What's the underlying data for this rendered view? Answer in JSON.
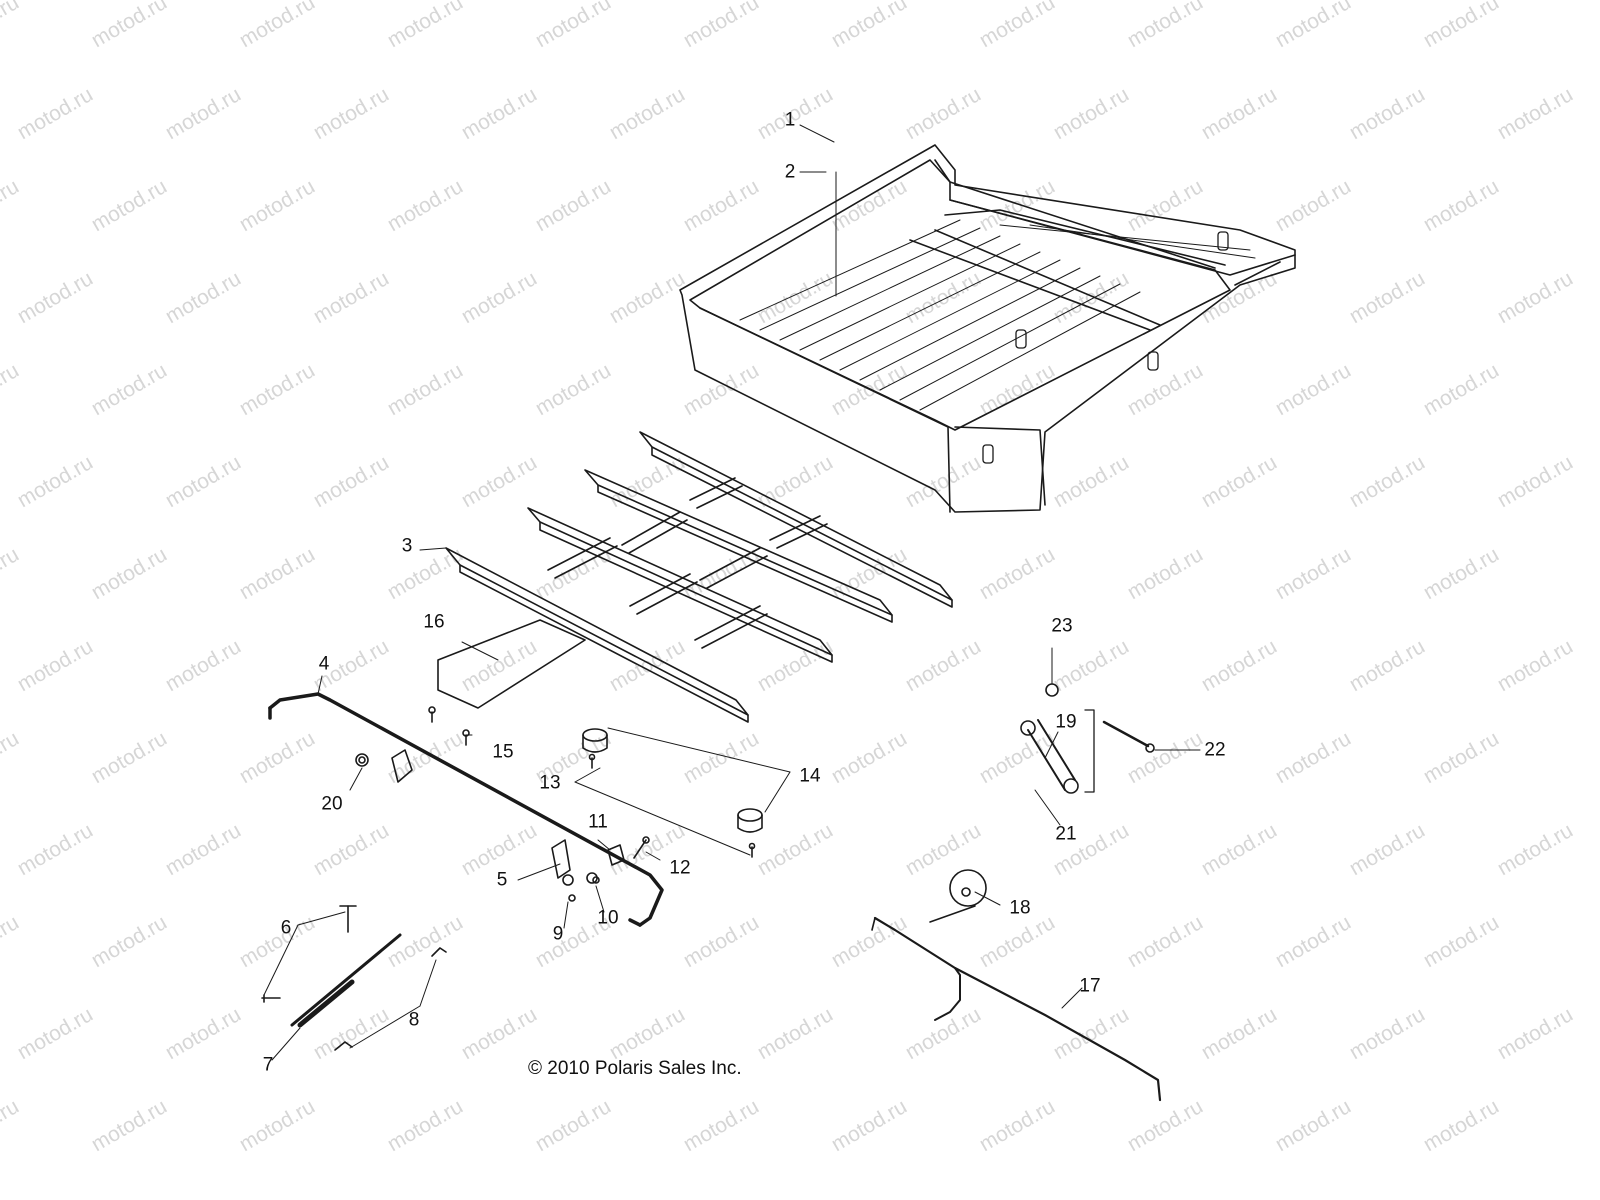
{
  "watermark": "motod.ru",
  "copyright": "© 2010 Polaris Sales Inc.",
  "callouts": {
    "c1": "1",
    "c2": "2",
    "c3": "3",
    "c4": "4",
    "c5": "5",
    "c6": "6",
    "c7": "7",
    "c8": "8",
    "c9": "9",
    "c10": "10",
    "c11": "11",
    "c12": "12",
    "c13": "13",
    "c14": "14",
    "c15": "15",
    "c16": "16",
    "c17": "17",
    "c18": "18",
    "c19": "19",
    "c20": "20",
    "c21": "21",
    "c22": "22",
    "c23": "23"
  }
}
